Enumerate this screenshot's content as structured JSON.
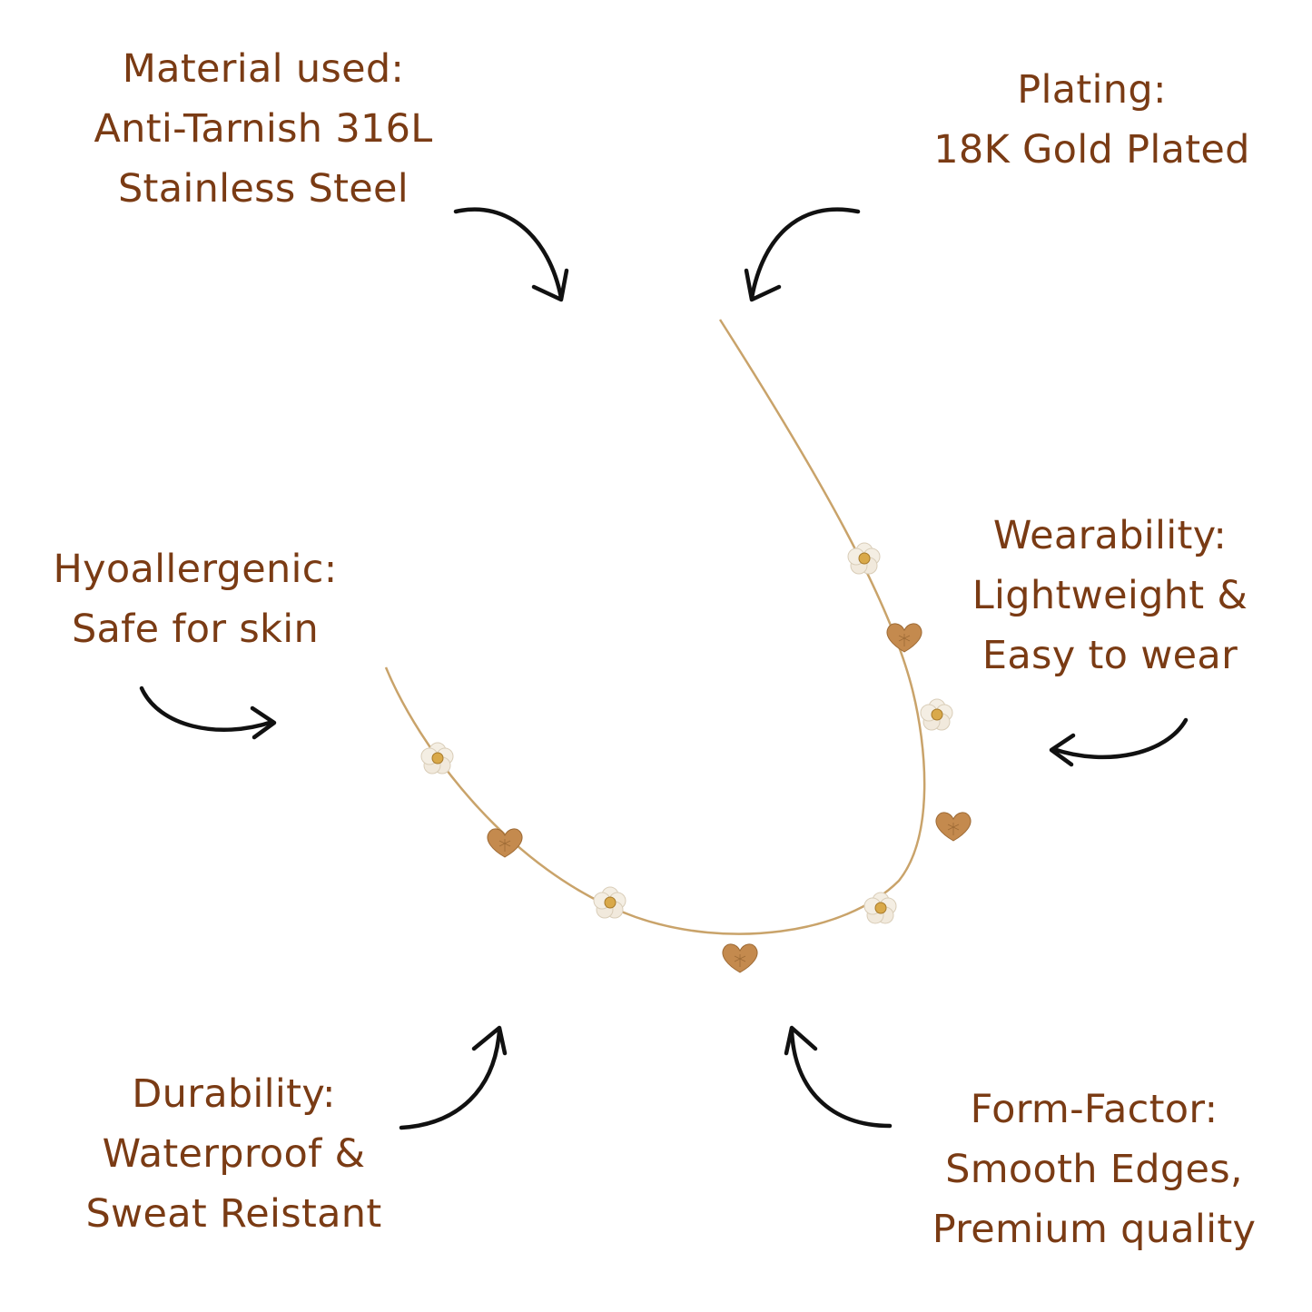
{
  "colors": {
    "text": "#7a3b14",
    "arrow": "#111111",
    "chain": "#c9a36a",
    "charm_gold": "#c48a4e",
    "flower_petal": "#f3ece0"
  },
  "features": {
    "material": {
      "heading": "Material used:",
      "line1": "Anti-Tarnish 316L",
      "line2": "Stainless Steel"
    },
    "plating": {
      "heading": "Plating:",
      "line1": "18K Gold Plated"
    },
    "hypo": {
      "heading": "Hyoallergenic:",
      "line1": "Safe for skin"
    },
    "wearability": {
      "heading": "Wearability:",
      "line1": "Lightweight &",
      "line2": "Easy to wear"
    },
    "durability": {
      "heading": "Durability:",
      "line1": "Waterproof &",
      "line2": "Sweat Reistant"
    },
    "form": {
      "heading": "Form-Factor:",
      "line1": "Smooth Edges,",
      "line2": "Premium quality"
    }
  },
  "icons": {
    "arrows": [
      "curved-arrow-icon",
      "curved-arrow-icon",
      "curved-arrow-icon",
      "curved-arrow-icon",
      "curved-arrow-icon",
      "curved-arrow-icon"
    ]
  }
}
